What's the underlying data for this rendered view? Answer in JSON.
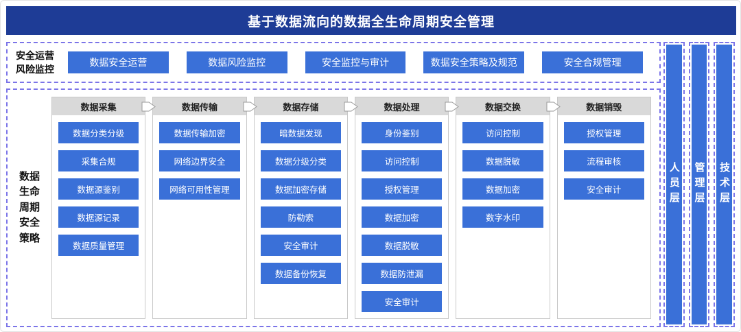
{
  "title": "基于数据流向的数据全生命周期安全管理",
  "ops": {
    "label": "安全运营\n风险监控",
    "buttons": [
      "数据安全运营",
      "数据风险监控",
      "安全监控与审计",
      "数据安全策略及规范",
      "安全合规管理"
    ]
  },
  "lifecycle": {
    "label": "数据\n生命\n周期\n安全\n策略",
    "columns": [
      {
        "header": "数据采集",
        "items": [
          "数据分类分级",
          "采集合规",
          "数据源鉴别",
          "数据源记录",
          "数据质量管理"
        ]
      },
      {
        "header": "数据传输",
        "items": [
          "数据传输加密",
          "网络边界安全",
          "网络可用性管理"
        ]
      },
      {
        "header": "数据存储",
        "items": [
          "暗数据发现",
          "数据分级分类",
          "数据加密存储",
          "防勒索",
          "安全审计",
          "数据备份恢复"
        ]
      },
      {
        "header": "数据处理",
        "items": [
          "身份鉴别",
          "访问控制",
          "授权管理",
          "数据加密",
          "数据脱敏",
          "数据防泄漏",
          "安全审计"
        ]
      },
      {
        "header": "数据交换",
        "items": [
          "访问控制",
          "数据脱敏",
          "数据加密",
          "数字水印"
        ]
      },
      {
        "header": "数据销毁",
        "items": [
          "授权管理",
          "流程审核",
          "安全审计"
        ]
      }
    ]
  },
  "layers": [
    {
      "label": "人员层"
    },
    {
      "label": "管理层"
    },
    {
      "label": "技术层"
    }
  ],
  "colors": {
    "title_bg": "#1e3c96",
    "button_blue": "#3a70d8",
    "header_gray": "#d9d9d9",
    "dashed_border": "#7b74e8"
  }
}
